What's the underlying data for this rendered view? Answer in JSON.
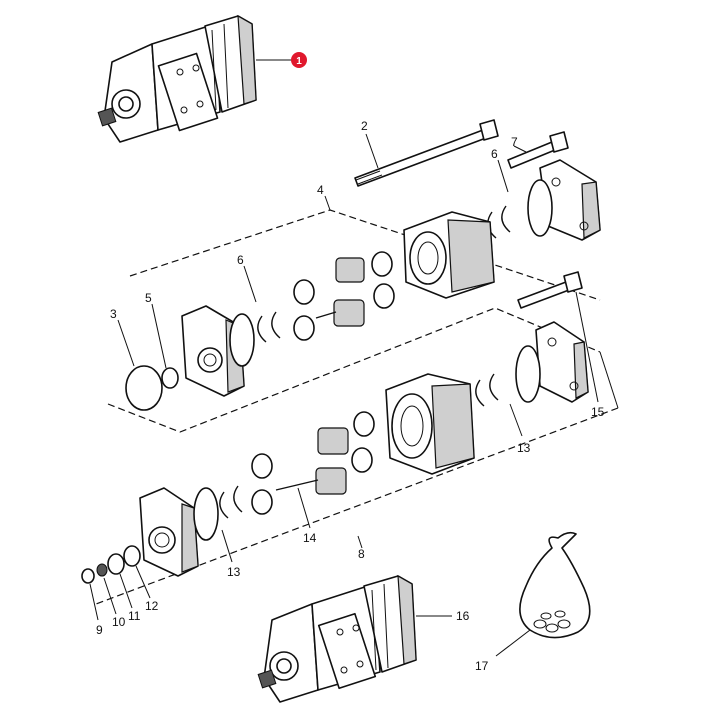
{
  "highlight": {
    "label": "1",
    "color": "#e0182d"
  },
  "callouts": {
    "c2": "2",
    "c3": "3",
    "c4": "4",
    "c5": "5",
    "c6a": "6",
    "c6b": "6",
    "c7": "7",
    "c8": "8",
    "c9": "9",
    "c10": "10",
    "c11": "11",
    "c12": "12",
    "c13a": "13",
    "c13b": "13",
    "c14": "14",
    "c15": "15",
    "c16": "16",
    "c17": "17"
  }
}
